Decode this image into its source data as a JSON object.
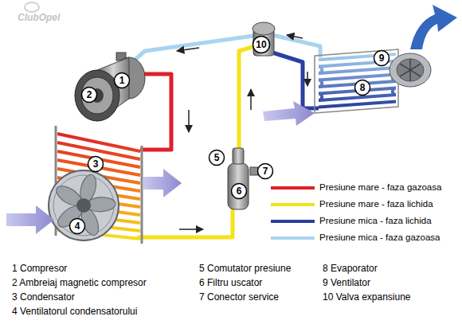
{
  "diagram": {
    "labels": [
      "ClubOpel",
      "1",
      "2",
      "3",
      "4",
      "5",
      "6",
      "7",
      "8",
      "9",
      "10",
      "1 Compresor",
      "2 Ambreiaj magnetic compresor",
      "3 Condensator",
      "4 Ventilatorul condensatorului",
      "5 Comutator presiune",
      "6 Filtru uscator",
      "7 Conector service",
      "8 Evaporator",
      "9 Ventilator",
      "10 Valva expansiune"
    ],
    "legend": [
      {
        "text": "Presiune mare - faza gazoasa",
        "color": "#e0202a"
      },
      {
        "text": "Presiune mare - faza lichida",
        "color": "#f5e21a"
      },
      {
        "text": "Presiune mica - faza lichida",
        "color": "#2a3f9e"
      },
      {
        "text": "Presiune mica - faza gazoasa",
        "color": "#a8d4f0"
      }
    ]
  }
}
